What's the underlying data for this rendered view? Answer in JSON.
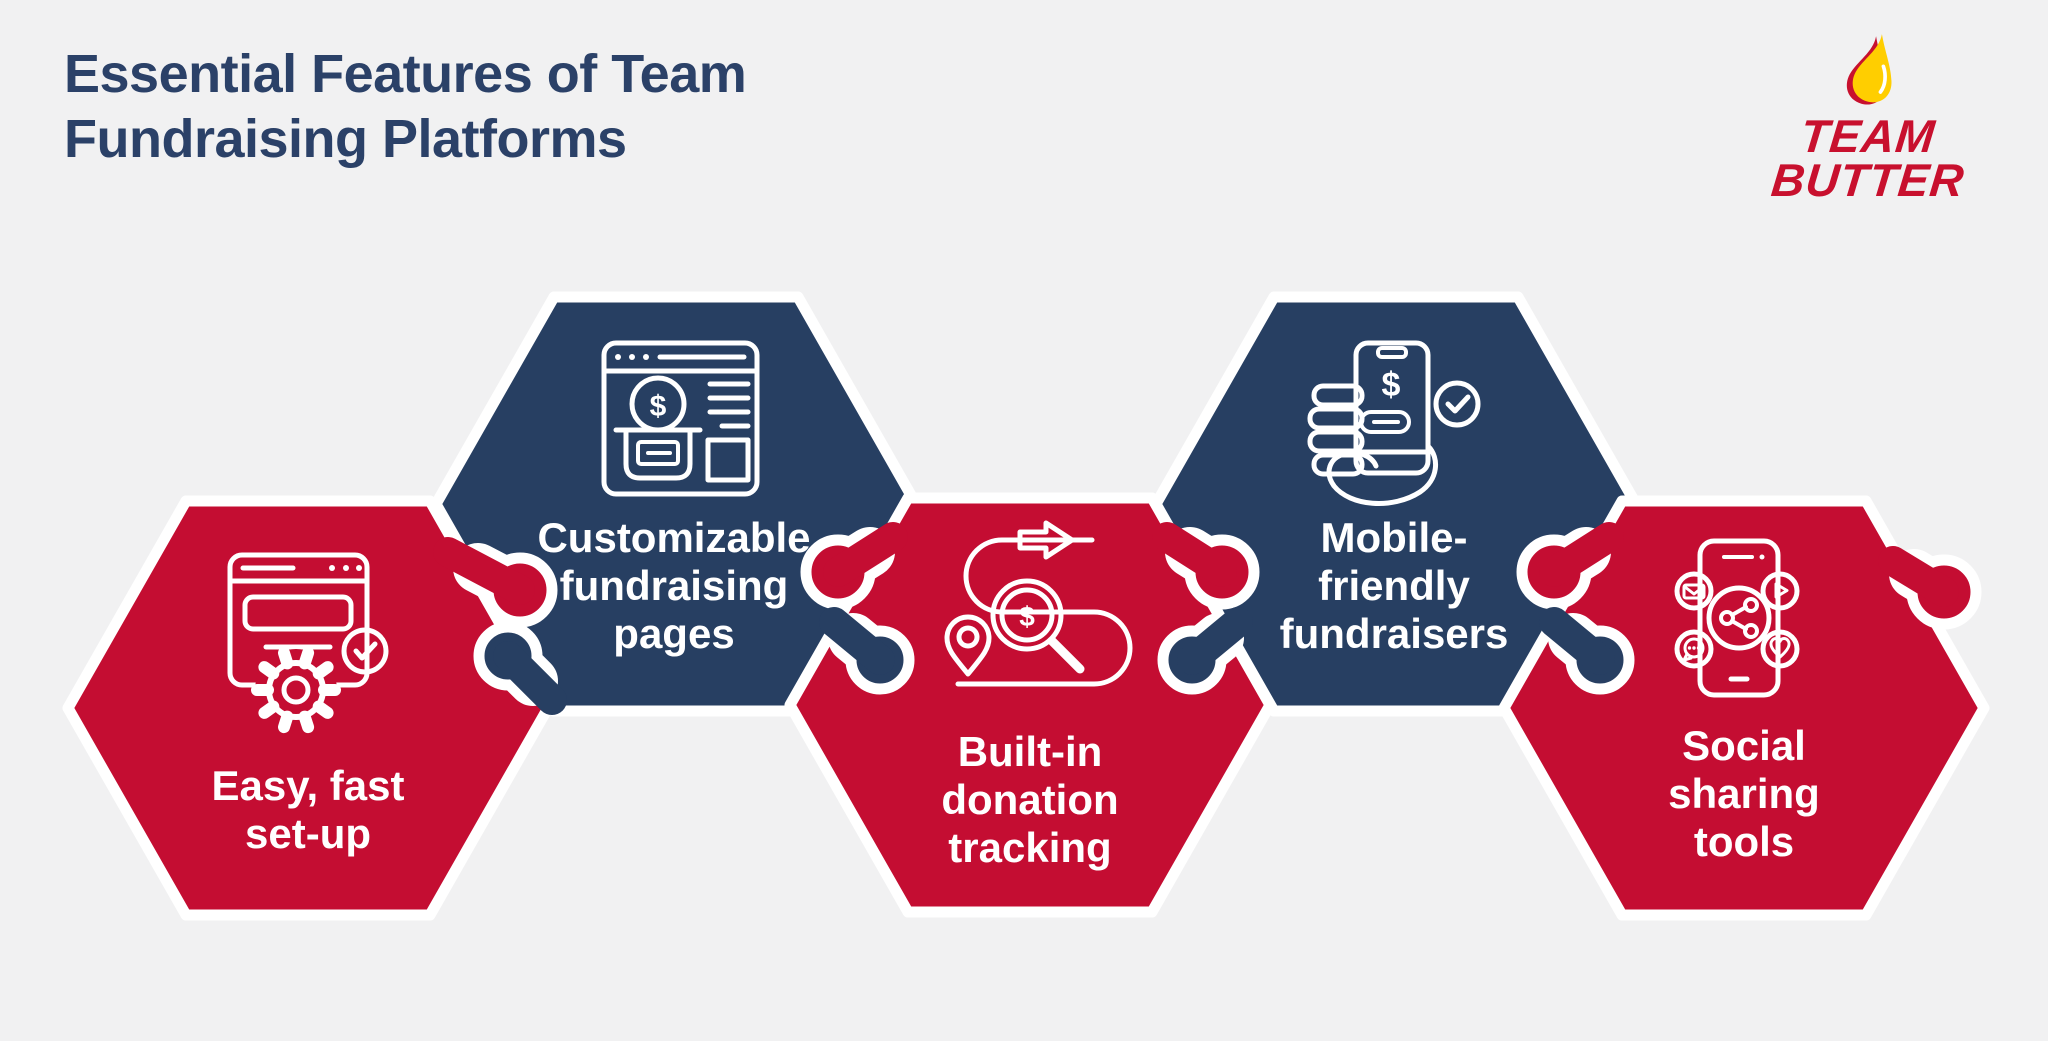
{
  "colors": {
    "red": "#c40d32",
    "navy": "#273f62",
    "background": "#f1f1f2",
    "title": "#2b4168",
    "logo_red": "#c8102e",
    "drop_yellow": "#ffce00",
    "white": "#ffffff"
  },
  "header": {
    "title_line1": "Essential Features of Team",
    "title_line2": "Fundraising Platforms"
  },
  "logo": {
    "word1": "TEAM",
    "word2": "BUTTER"
  },
  "glyphs": {
    "dollar": "$"
  },
  "features": [
    {
      "id": "easy-setup",
      "color": "red",
      "icon": "setup-browser-gear-icon",
      "lines": [
        "Easy, fast",
        "set-up"
      ]
    },
    {
      "id": "customizable-pages",
      "color": "navy",
      "icon": "fundraising-page-icon",
      "lines": [
        "Customizable",
        "fundraising",
        "pages"
      ]
    },
    {
      "id": "donation-tracking",
      "color": "red",
      "icon": "donation-tracking-icon",
      "lines": [
        "Built-in",
        "donation",
        "tracking"
      ]
    },
    {
      "id": "mobile-friendly",
      "color": "navy",
      "icon": "mobile-donation-icon",
      "lines": [
        "Mobile-",
        "friendly",
        "fundraisers"
      ]
    },
    {
      "id": "social-sharing",
      "color": "red",
      "icon": "social-share-icon",
      "lines": [
        "Social",
        "sharing",
        "tools"
      ]
    }
  ]
}
